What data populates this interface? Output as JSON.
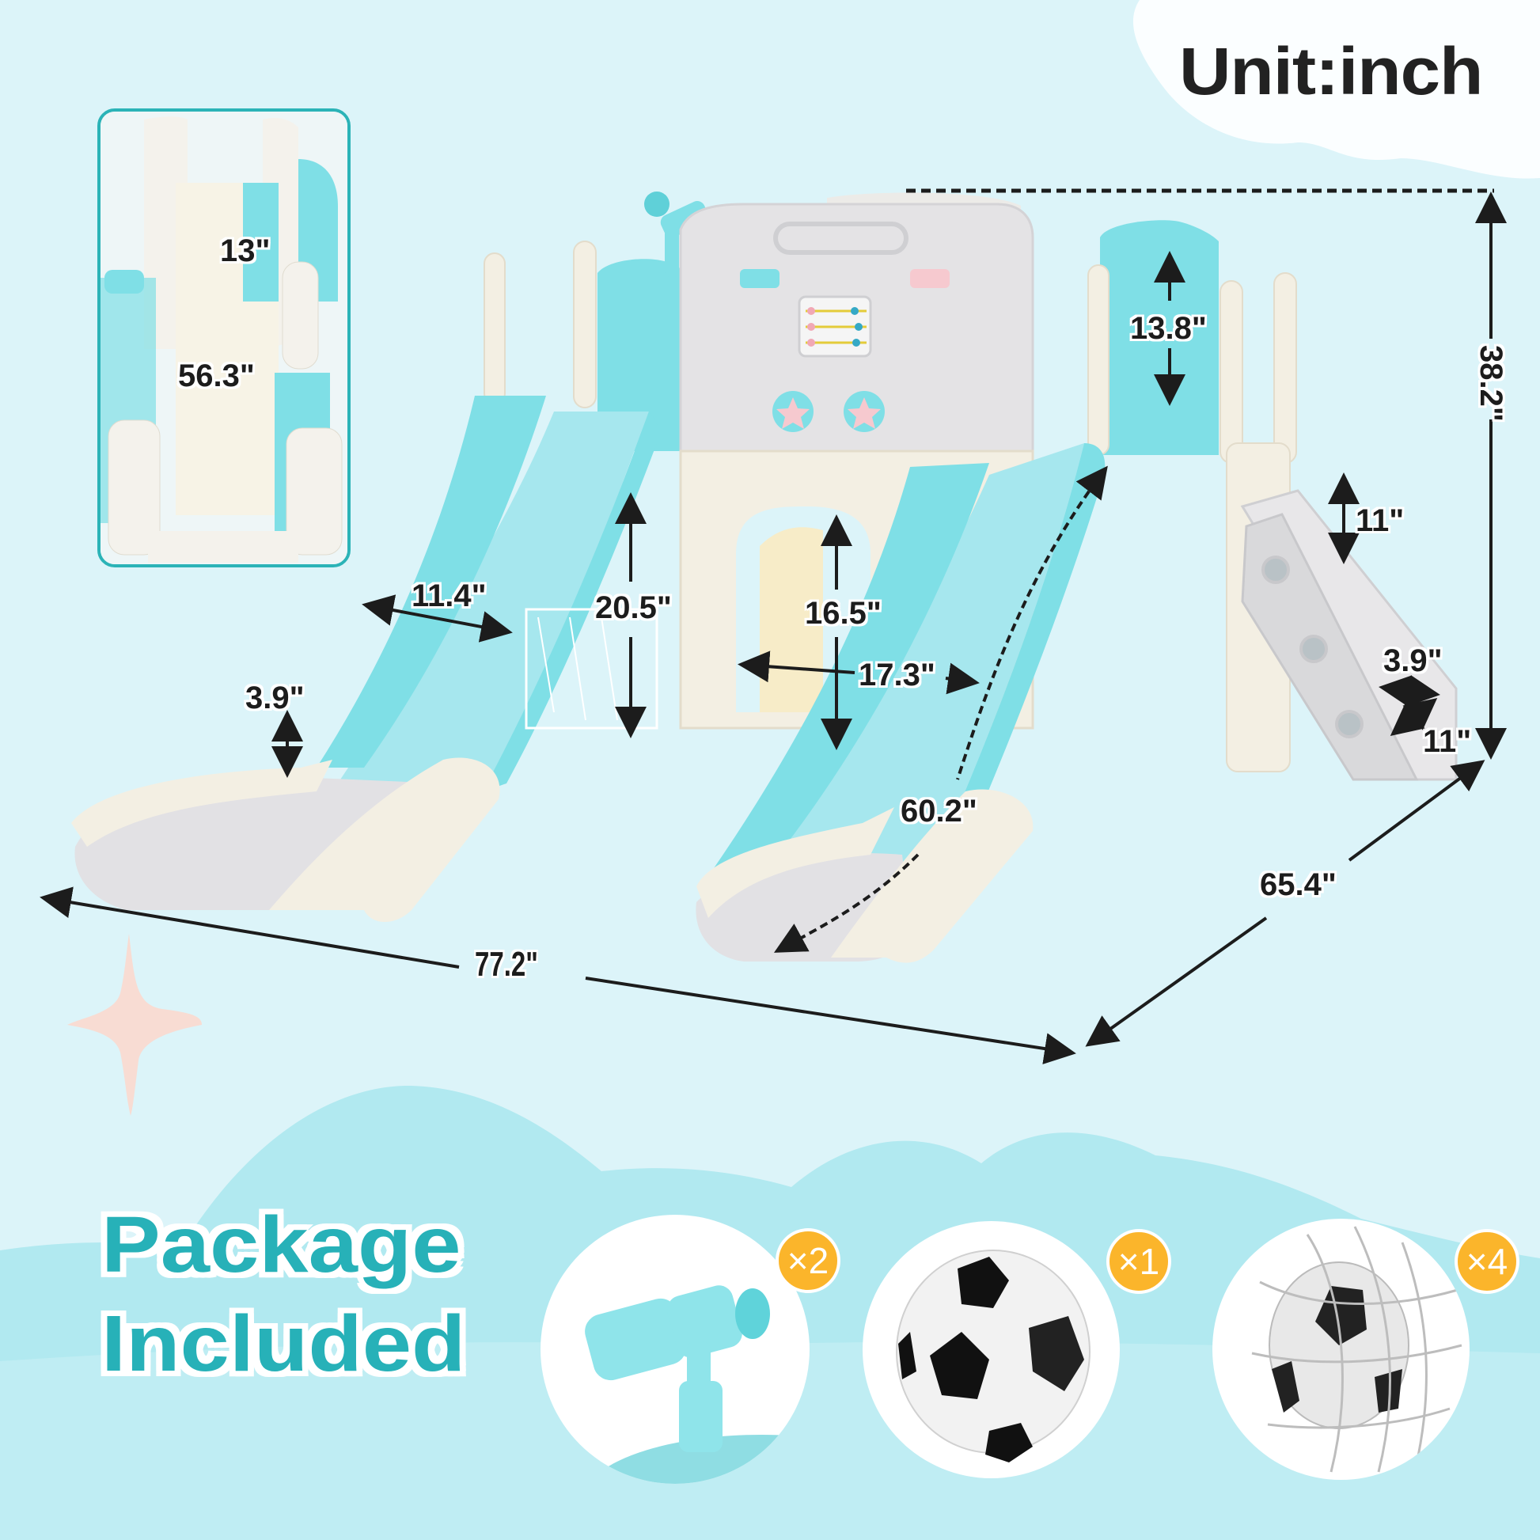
{
  "unit": {
    "label": "Unit:inch"
  },
  "inset": {
    "width_label": "13\"",
    "length_label": "56.3\""
  },
  "dimensions": {
    "overall_height": "38.2\"",
    "overall_width": "77.2\"",
    "overall_depth": "65.4\"",
    "slide_width": "11.4\"",
    "slide_side_height": "3.9\"",
    "platform_height": "20.5\"",
    "tunnel_height": "16.5\"",
    "tunnel_width": "17.3\"",
    "slide_length": "60.2\"",
    "panel_height": "13.8\"",
    "step_height": "11\"",
    "step_depth": "3.9\"",
    "step_width": "11\""
  },
  "package": {
    "title_line1": "Package",
    "title_line2": "Included",
    "items": [
      {
        "name": "telescope",
        "quantity": "×2"
      },
      {
        "name": "soccer-ball",
        "quantity": "×1"
      },
      {
        "name": "soccer-goal-net",
        "quantity": "×4"
      }
    ]
  },
  "colors": {
    "background": "#dcf4f9",
    "accent_teal": "#27b1b8",
    "badge_orange": "#fbb52b",
    "product_aqua": "#7fdfe6",
    "product_cream": "#f3efe3",
    "product_grey": "#d9d9db"
  }
}
